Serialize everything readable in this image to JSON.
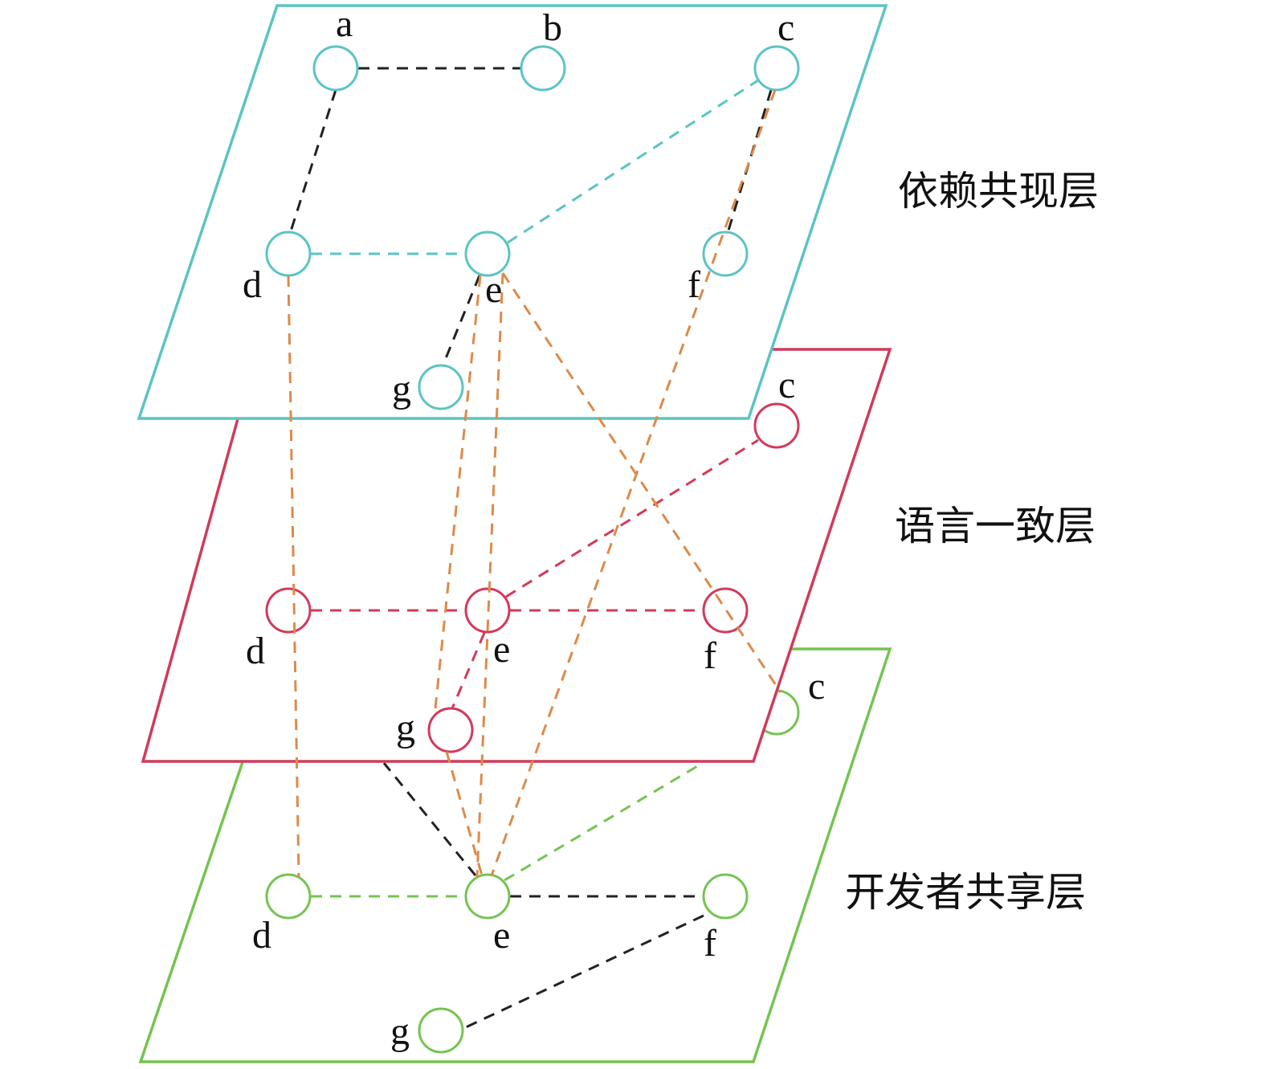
{
  "colors": {
    "teal": "#5bc4c4",
    "red": "#d23a5a",
    "green": "#74c451",
    "black": "#222222",
    "orange": "#dd8a4a"
  },
  "layers": {
    "top": {
      "label": "依赖共现层",
      "nodes": {
        "a": "a",
        "b": "b",
        "c": "c",
        "d": "d",
        "e": "e",
        "f": "f",
        "g": "g"
      }
    },
    "middle": {
      "label": "语言一致层",
      "nodes": {
        "c": "c",
        "d": "d",
        "e": "e",
        "f": "f",
        "g": "g"
      }
    },
    "bottom": {
      "label": "开发者共享层",
      "nodes": {
        "c": "c",
        "d": "d",
        "e": "e",
        "f": "f",
        "g": "g"
      }
    }
  }
}
